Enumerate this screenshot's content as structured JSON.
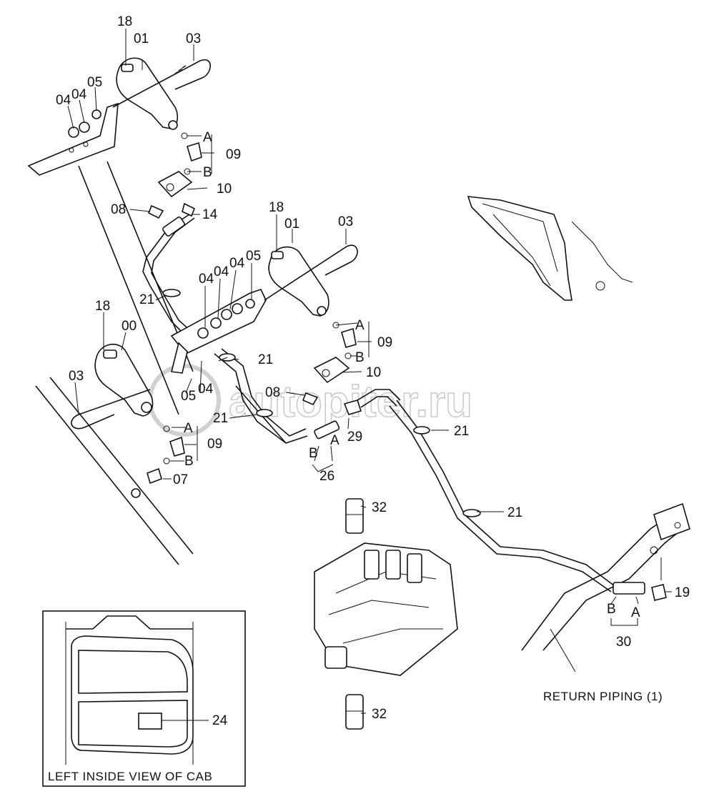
{
  "watermark": "autopiter.ru",
  "captions": {
    "return_piping": "RETURN PIPING (1)",
    "cab_view": "LEFT INSIDE VIEW OF CAB"
  },
  "callouts": {
    "p18_top": "18",
    "p01_top": "01",
    "p03_top": "03",
    "p04_top_a": "04",
    "p04_top_b": "04",
    "p05_top": "05",
    "pA_top": "A",
    "p09_top": "09",
    "pB_top": "B",
    "p10_top": "10",
    "p08_top": "08",
    "p14": "14",
    "p18_mid": "18",
    "p01_mid": "01",
    "p03_mid": "03",
    "p04_mid_a": "04",
    "p04_mid_b": "04",
    "p04_mid_c": "04",
    "p05_mid": "05",
    "p21_a": "21",
    "pA_mid": "A",
    "p09_mid": "09",
    "pB_mid": "B",
    "p21_b": "21",
    "p10_mid": "10",
    "p08_mid": "08",
    "p18_left": "18",
    "p00": "00",
    "p03_left": "03",
    "p05_left": "05",
    "p04_left": "04",
    "p21_c": "21",
    "p21_d": "21",
    "p29": "29",
    "pA_26": "A",
    "pB_26": "B",
    "p26": "26",
    "pA_low": "A",
    "p09_low": "09",
    "pB_low": "B",
    "p07": "07",
    "p32_top": "32",
    "p21_e": "21",
    "p19": "19",
    "pB_30": "B",
    "pA_30": "A",
    "p30": "30",
    "p24": "24",
    "p32_bottom": "32"
  }
}
